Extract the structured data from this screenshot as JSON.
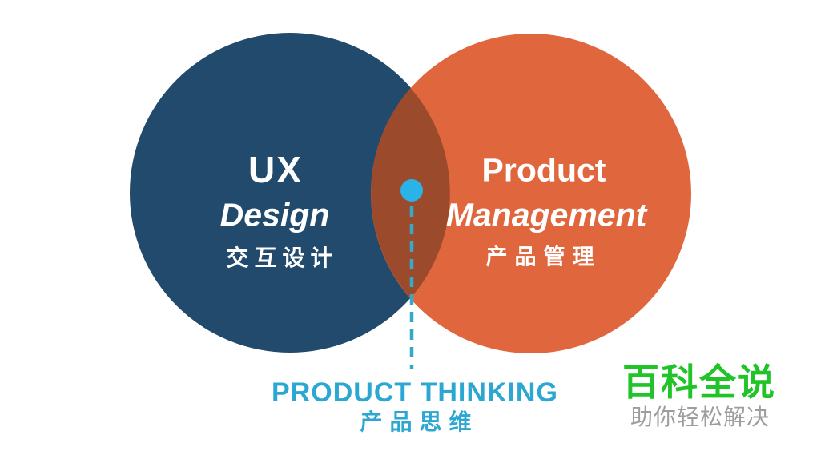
{
  "diagram": {
    "left_circle": {
      "label_line1": "UX",
      "label_line2": "Design",
      "label_cn": "交互设计",
      "color": "#214A6C"
    },
    "right_circle": {
      "label_line1": "Product",
      "label_line2": "Management",
      "label_cn": "产品管理",
      "color": "#E0673D"
    },
    "overlap": {
      "color": "#9C4A2C",
      "dot_color": "#29B3E6",
      "connector_color": "#35A9CA"
    },
    "center_label": {
      "text_en": "PRODUCT THINKING",
      "text_cn": "产品思维",
      "color": "#2BA7D2"
    }
  },
  "watermark": {
    "brand": "百科全说",
    "tagline": "助你轻松解决",
    "brand_color": "#21C428",
    "tagline_color": "#9D9D9D"
  },
  "background": "#FFFFFF"
}
